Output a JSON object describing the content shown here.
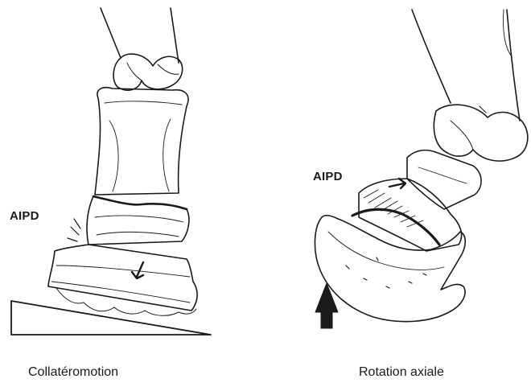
{
  "panels": [
    {
      "name": "collateromotion",
      "callout": "AIPD",
      "caption": "Collatéromotion"
    },
    {
      "name": "rotation-axiale",
      "callout": "AIPD",
      "caption": "Rotation axiale"
    }
  ],
  "colors": {
    "ink": "#1a1a1a",
    "background": "#ffffff"
  }
}
